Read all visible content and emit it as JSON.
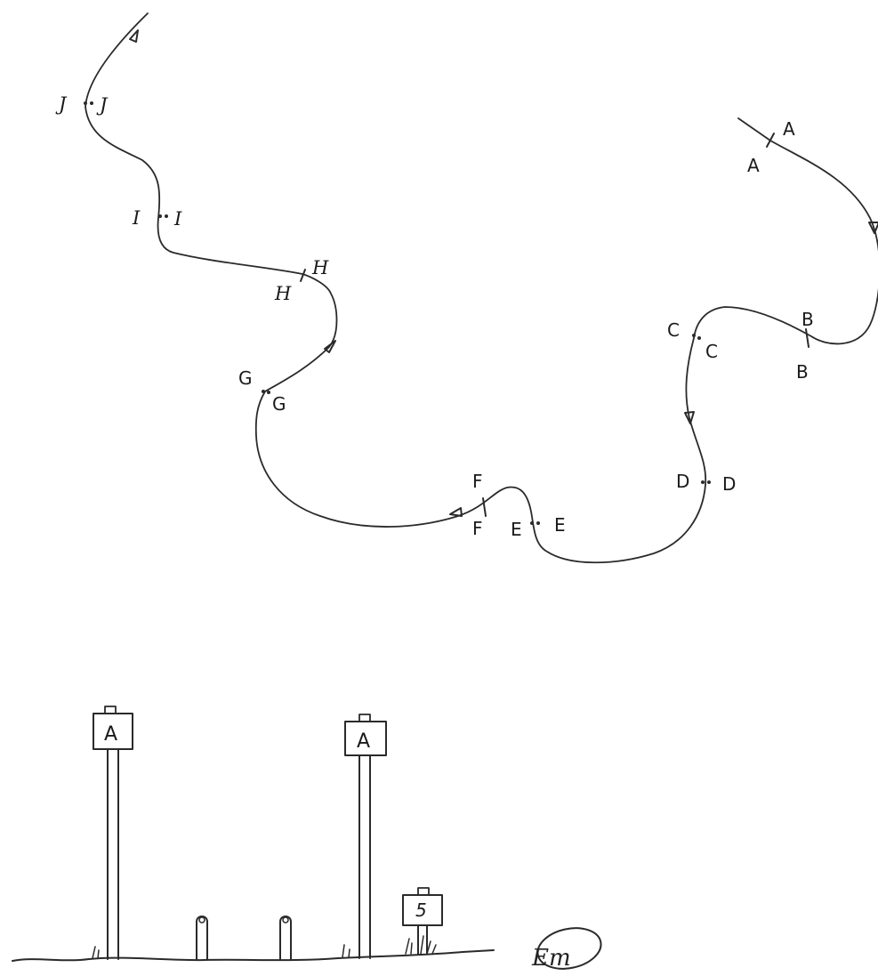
{
  "checkpoints": [
    {
      "id": "A",
      "left": "A",
      "right": "A"
    },
    {
      "id": "B",
      "left": "B",
      "right": "B"
    },
    {
      "id": "C",
      "left": "C",
      "right": "C"
    },
    {
      "id": "D",
      "left": "D",
      "right": "D"
    },
    {
      "id": "E",
      "left": "E",
      "right": "E"
    },
    {
      "id": "F",
      "left": "F",
      "right": "F"
    },
    {
      "id": "G",
      "left": "G",
      "right": "G"
    },
    {
      "id": "H",
      "left": "H",
      "right": "H"
    },
    {
      "id": "I",
      "left": "I",
      "right": "I"
    },
    {
      "id": "J",
      "left": "J",
      "right": "J"
    }
  ],
  "signs": [
    {
      "label": "A"
    },
    {
      "label": "A"
    },
    {
      "label": "5"
    }
  ],
  "signature": "Em"
}
